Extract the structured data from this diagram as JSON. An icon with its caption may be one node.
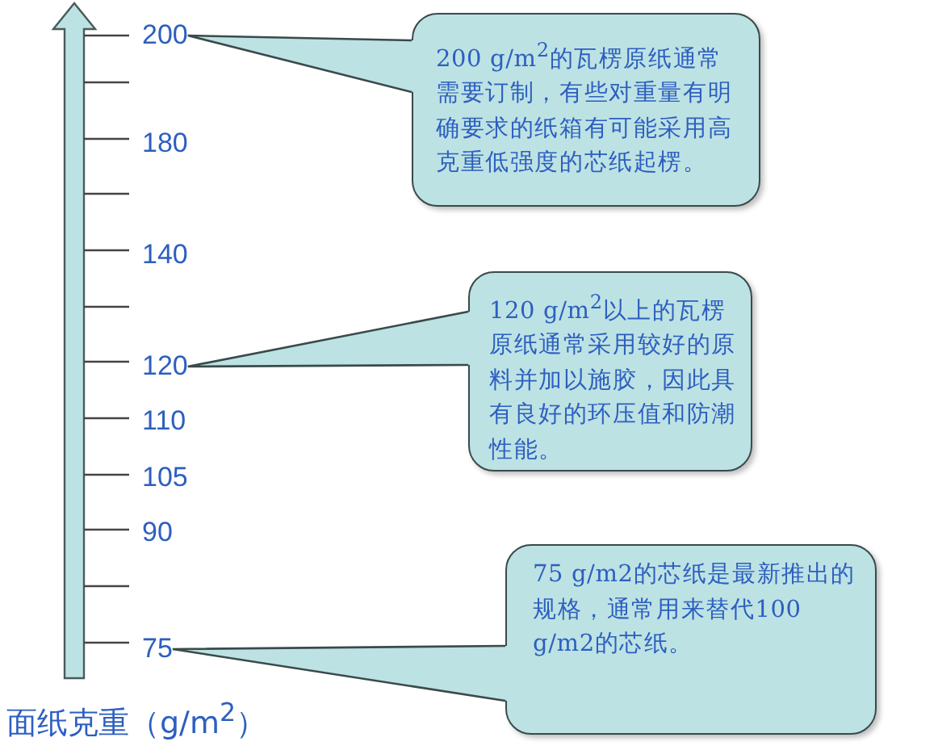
{
  "diagram": {
    "nodes": [
      {
        "text": [
          "200"
        ]
      },
      {
        "text": [
          "200 g/m$^{2}$的瓦楞原纸通常需要订制，有些对重量有明确要求的纸箱有可能采用高克重低强度的芯纸起楞。"
        ]
      },
      {
        "text": [
          "120"
        ]
      },
      {
        "text": [
          "120 g/m$^{2}$以上的瓦楞原纸通常采用较好的原料并加以施胶，因此具有良好的环压值和防潮性能。"
        ]
      },
      {
        "text": [
          "75"
        ]
      },
      {
        "text": [
          "75 g/m2的芯纸是最新推出的规格，通常用来替代100 g/m2的芯纸。"
        ]
      }
    ],
    "edges": [
      {
        "from": 1,
        "to": 0,
        "arrow": "none"
      },
      {
        "from": 3,
        "to": 2,
        "arrow": "none"
      },
      {
        "from": 5,
        "to": 4,
        "arrow": "none"
      }
    ],
    "labels": [
      "180",
      "140",
      "110",
      "105",
      "90",
      "面纸克重（g/m$^{2}$）"
    ]
  }
}
